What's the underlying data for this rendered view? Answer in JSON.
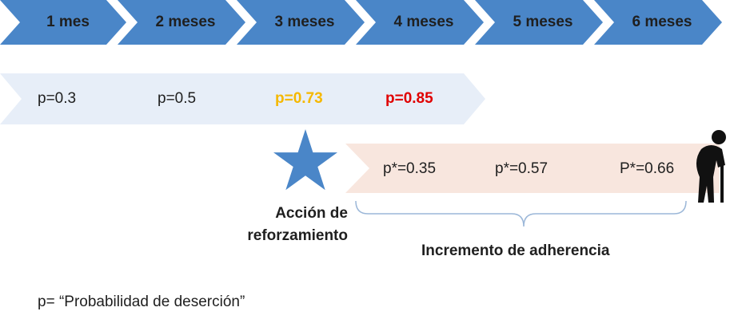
{
  "months": [
    "1 mes",
    "2 meses",
    "3 meses",
    "4 meses",
    "5 meses",
    "6 meses"
  ],
  "desertion_probabilities": [
    {
      "label": "p=0.3",
      "color": "#1f1f1f",
      "bold": false
    },
    {
      "label": "p=0.5",
      "color": "#1f1f1f",
      "bold": false
    },
    {
      "label": "p=0.73",
      "color": "#f5b800",
      "bold": true
    },
    {
      "label": "p=0.85",
      "color": "#e00000",
      "bold": true
    }
  ],
  "adherence_probabilities": [
    "p*=0.35",
    "p*=0.57",
    "P*=0.66"
  ],
  "star_caption_line1": "Acción de",
  "star_caption_line2": "reforzamiento",
  "brace_caption": "Incremento de adherencia",
  "legend": "p= “Probabilidad de deserción”",
  "colors": {
    "chevron": "#4a86c8",
    "star": "#4a86c8",
    "prob_band": "#e7eef8",
    "adherence_band": "#f8e6de",
    "brace": "#9bb7d8"
  },
  "icons": [
    "star-icon",
    "elderly-person-with-cane-icon"
  ]
}
